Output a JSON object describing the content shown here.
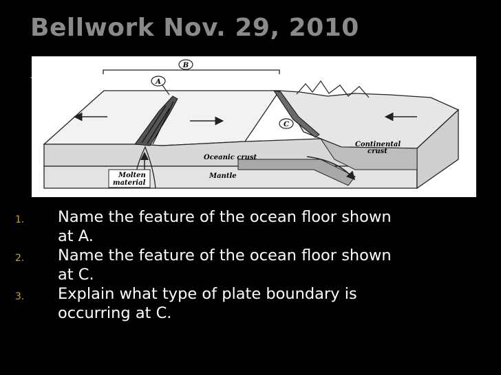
{
  "title": "Bellwork Nov. 29, 2010",
  "figure": {
    "label_a": "A",
    "label_b": "B",
    "label_c": "C",
    "oceanic_crust": "Oceanic crust",
    "continental_crust_1": "Continental",
    "continental_crust_2": "crust",
    "mantle": "Mantle",
    "molten_1": "Molten",
    "molten_2": "material"
  },
  "questions": [
    {
      "number": "1.",
      "line1": "Name the feature of the ocean floor shown",
      "line2": "at A."
    },
    {
      "number": "2.",
      "line1": "Name the feature of the ocean floor shown",
      "line2": "at C."
    },
    {
      "number": "3.",
      "line1": "Explain what type of plate boundary is",
      "line2": "occurring at C."
    }
  ],
  "colors": {
    "background": "#000000",
    "title": "#8a8a8a",
    "bullet_number": "#c9a227",
    "body_text": "#ffffff"
  }
}
